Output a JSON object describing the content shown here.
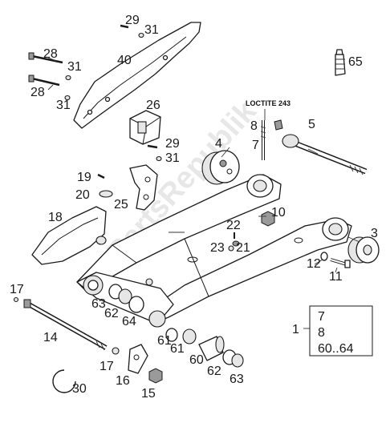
{
  "callouts": [
    {
      "id": "29a",
      "text": "29"
    },
    {
      "id": "31a",
      "text": "31"
    },
    {
      "id": "40",
      "text": "40"
    },
    {
      "id": "28a",
      "text": "28"
    },
    {
      "id": "31b",
      "text": "31"
    },
    {
      "id": "28b",
      "text": "28"
    },
    {
      "id": "31c",
      "text": "31"
    },
    {
      "id": "65",
      "text": "65"
    },
    {
      "id": "26",
      "text": "26"
    },
    {
      "id": "loctite",
      "text": "LOCTITE 243"
    },
    {
      "id": "8",
      "text": "8"
    },
    {
      "id": "7",
      "text": "7"
    },
    {
      "id": "5",
      "text": "5"
    },
    {
      "id": "4",
      "text": "4"
    },
    {
      "id": "29b",
      "text": "29"
    },
    {
      "id": "31d",
      "text": "31"
    },
    {
      "id": "19",
      "text": "19"
    },
    {
      "id": "20",
      "text": "20"
    },
    {
      "id": "25",
      "text": "25"
    },
    {
      "id": "18",
      "text": "18"
    },
    {
      "id": "10",
      "text": "10"
    },
    {
      "id": "22",
      "text": "22"
    },
    {
      "id": "23",
      "text": "23"
    },
    {
      "id": "21",
      "text": "21"
    },
    {
      "id": "3",
      "text": "3"
    },
    {
      "id": "12",
      "text": "12"
    },
    {
      "id": "11",
      "text": "11"
    },
    {
      "id": "17a",
      "text": "17"
    },
    {
      "id": "63a",
      "text": "63"
    },
    {
      "id": "62a",
      "text": "62"
    },
    {
      "id": "64",
      "text": "64"
    },
    {
      "id": "14",
      "text": "14"
    },
    {
      "id": "61a",
      "text": "61"
    },
    {
      "id": "61b",
      "text": "61"
    },
    {
      "id": "60",
      "text": "60"
    },
    {
      "id": "62b",
      "text": "62"
    },
    {
      "id": "63b",
      "text": "63"
    },
    {
      "id": "17b",
      "text": "17"
    },
    {
      "id": "16",
      "text": "16"
    },
    {
      "id": "15",
      "text": "15"
    },
    {
      "id": "30",
      "text": "30"
    },
    {
      "id": "1",
      "text": "1"
    }
  ],
  "kit_box": {
    "lines": [
      "7",
      "8",
      "60..64"
    ]
  },
  "watermark": "PartsRepublik"
}
